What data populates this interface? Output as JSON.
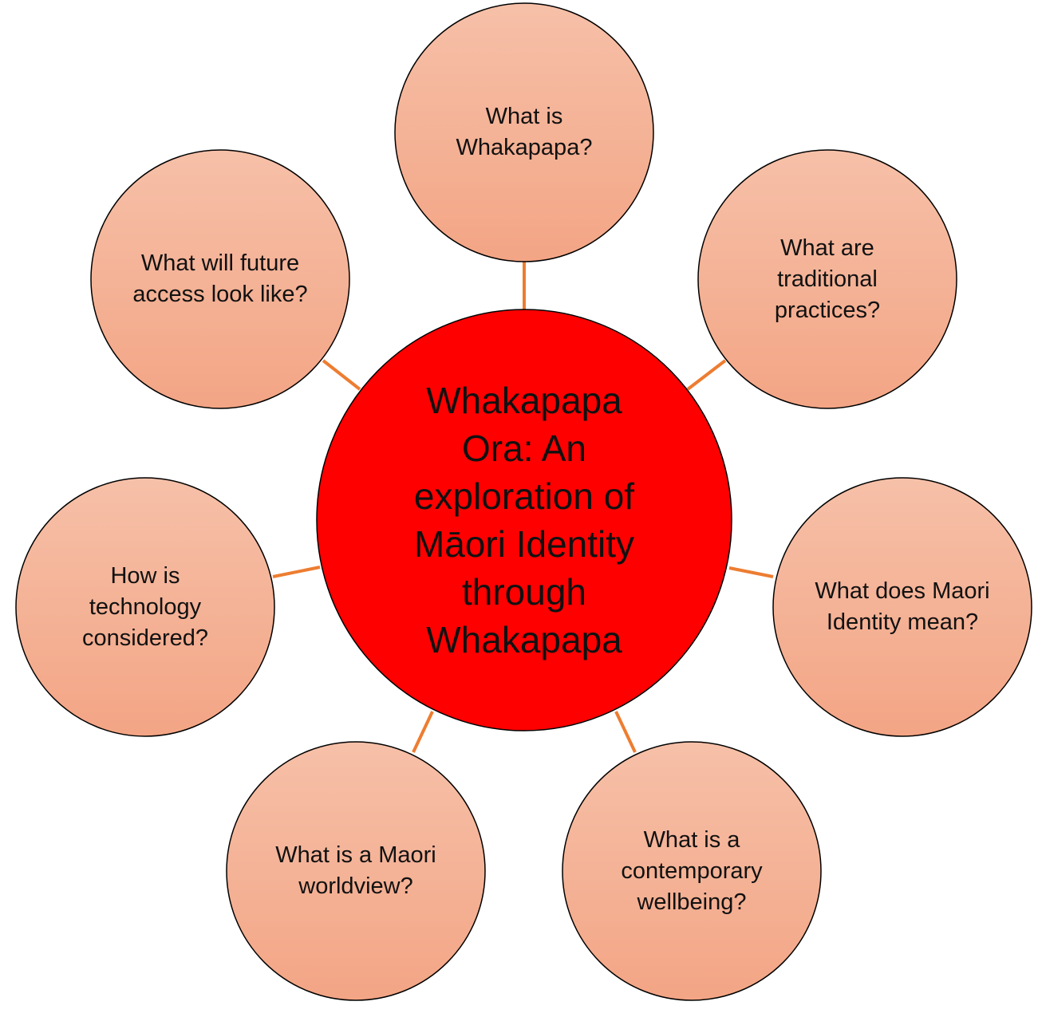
{
  "diagram": {
    "center": {
      "label": "Whakapapa Ora:  An exploration of Māori Identity through Whakapapa",
      "fill": "#FF0000"
    },
    "nodes": [
      {
        "id": "whakapapa",
        "label": "What is Whakapapa?"
      },
      {
        "id": "traditional-practices",
        "label": "What are traditional practices?"
      },
      {
        "id": "maori-identity",
        "label": "What does Maori Identity mean?"
      },
      {
        "id": "contemporary-wellbeing",
        "label": "What is a contemporary wellbeing?"
      },
      {
        "id": "maori-worldview",
        "label": "What is a Maori worldview?"
      },
      {
        "id": "technology",
        "label": "How is technology considered?"
      },
      {
        "id": "future-access",
        "label": "What will future access look like?"
      }
    ],
    "colors": {
      "node_fill_top": "#F6C0A8",
      "node_fill_bottom": "#F3A585",
      "connector": "#ED7D31",
      "outline": "#000000"
    }
  }
}
